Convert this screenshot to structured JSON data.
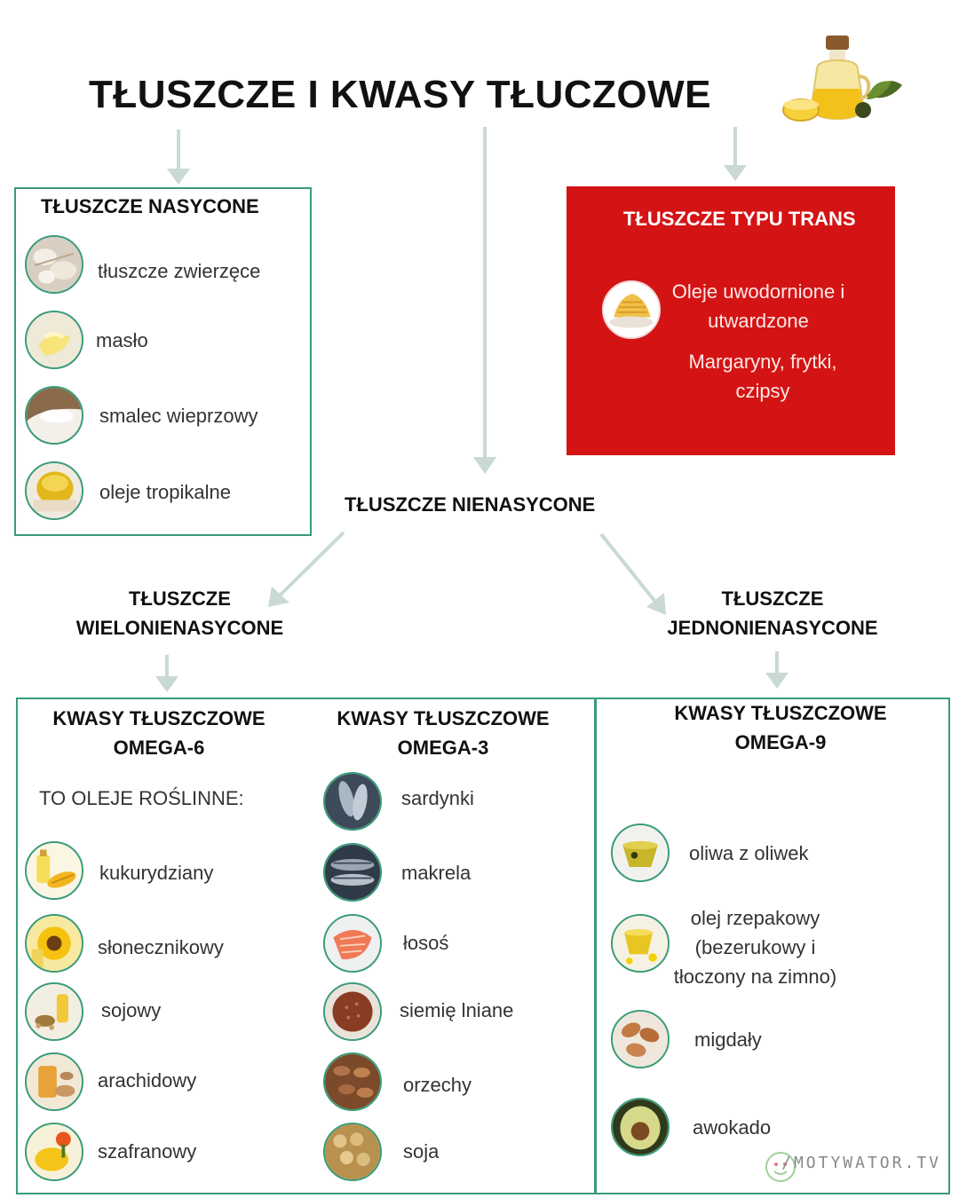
{
  "title": "TŁUSZCZE I KWASY TŁUCZOWE",
  "saturated": {
    "header": "TŁUSZCZE NASYCONE",
    "items": [
      "tłuszcze zwierzęce",
      "masło",
      "smalec wieprzowy",
      "oleje tropikalne"
    ]
  },
  "trans": {
    "header": "TŁUSZCZE TYPU TRANS",
    "line1": "Oleje uwodornione i",
    "line2": "utwardzone",
    "line3": "Margaryny, frytki,",
    "line4": "czipsy"
  },
  "unsaturated": {
    "header": "TŁUSZCZE NIENASYCONE"
  },
  "poly": {
    "line1": "TŁUSZCZE",
    "line2": "WIELONIENASYCONE"
  },
  "mono": {
    "line1": "TŁUSZCZE",
    "line2": "JEDNONIENASYCONE"
  },
  "omega6": {
    "line1": "KWASY TŁUSZCZOWE",
    "line2": "OMEGA-6",
    "intro": "TO OLEJE ROŚLINNE:",
    "items": [
      "kukurydziany",
      "słonecznikowy",
      "sojowy",
      "arachidowy",
      "szafranowy"
    ]
  },
  "omega3": {
    "line1": "KWASY TŁUSZCZOWE",
    "line2": "OMEGA-3",
    "items": [
      "sardynki",
      "makrela",
      "łosoś",
      "siemię lniane",
      "orzechy",
      "soja"
    ]
  },
  "omega9": {
    "line1": "KWASY TŁUSZCZOWE",
    "line2": "OMEGA-9",
    "items": [
      "oliwa z oliwek",
      "olej rzepakowy",
      "(bezerukowy i",
      "tłoczony na zimno)",
      "migdały",
      "awokado"
    ]
  },
  "logo": "/MOTYWATOR.TV",
  "colors": {
    "border": "#3a9b78",
    "arrow": "#c9d9d3",
    "trans_bg": "#d41414"
  }
}
